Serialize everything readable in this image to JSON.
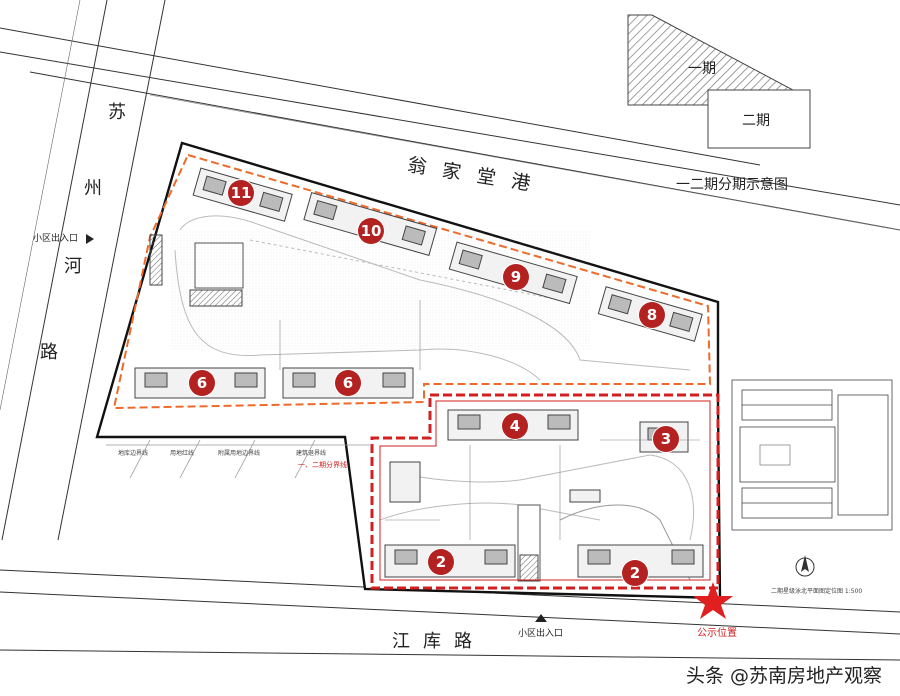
{
  "roads": {
    "north_river": "翁家堂港",
    "west_river": [
      "苏",
      "州",
      "河",
      "路"
    ],
    "south_road": "江库路"
  },
  "entrances": {
    "west": "小区出入口",
    "south": "小区出入口"
  },
  "phase_inset": {
    "phase1": "一期",
    "phase2": "二期",
    "caption": "一二期分期示意图"
  },
  "buildings": [
    "11",
    "10",
    "9",
    "8",
    "6",
    "6",
    "4",
    "3",
    "2",
    "2"
  ],
  "legend": {
    "items": [
      "地库边界线",
      "用地红线",
      "附属用地边界线",
      "建筑退界线"
    ],
    "phase_line": "一、二期分界线"
  },
  "publicity": "公示位置",
  "neighbor_caption": "二期星级泳北平面图定位图 1:500",
  "watermark": "头条 @苏南房地产观察",
  "colors": {
    "red": "#d21f1f",
    "orange": "#ef6a2a",
    "building": "#888888"
  }
}
